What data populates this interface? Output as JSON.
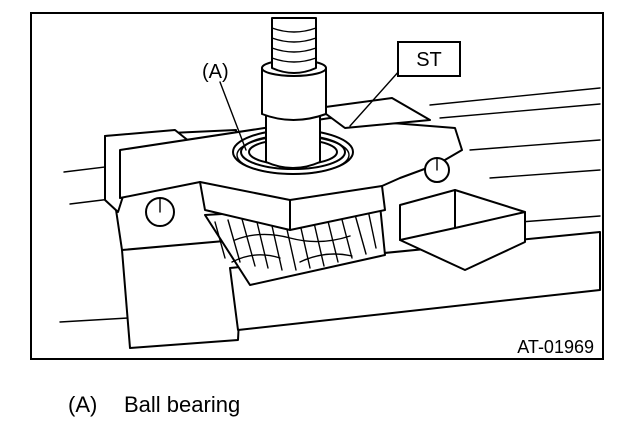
{
  "figure": {
    "callout_a": "(A)",
    "tool_label": "ST",
    "figure_code": "AT-01969"
  },
  "legend": {
    "key": "(A)",
    "description": "Ball bearing"
  }
}
